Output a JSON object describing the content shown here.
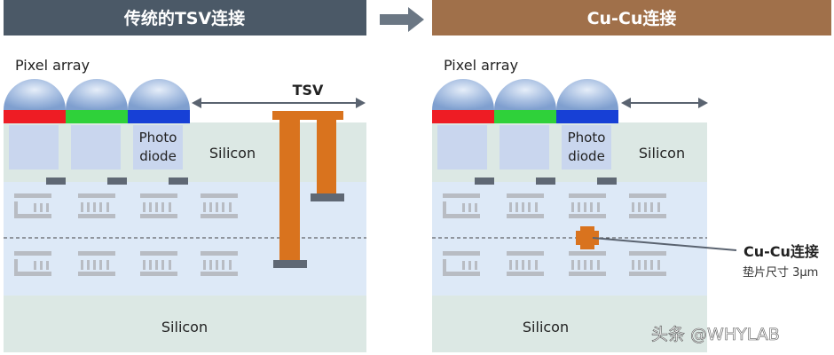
{
  "left_panel": {
    "title": "传统的TSV连接",
    "pixel_array_label": "Pixel array",
    "photodiode_line1": "Photo",
    "photodiode_line2": "diode",
    "silicon_top_label": "Silicon",
    "silicon_bottom_label": "Silicon",
    "tsv_label": "TSV"
  },
  "right_panel": {
    "title": "Cu-Cu连接",
    "pixel_array_label": "Pixel array",
    "photodiode_line1": "Photo",
    "photodiode_line2": "diode",
    "silicon_top_label": "Silicon",
    "silicon_bottom_label": "Silicon",
    "bond_label": "Cu-Cu连接",
    "bond_size_label": "垫片尺寸 3μm"
  },
  "watermark": "头条 @WHYLAB",
  "colors": {
    "left_header": "#4b5967",
    "right_header": "#a0704a",
    "silicon": "#dce8e4",
    "interconnect_layer": "#dde9f7",
    "tsv_copper": "#d9731e",
    "filter_red": "#ee1c24",
    "filter_green": "#2fd13a",
    "filter_blue": "#1740d6"
  },
  "icons": [
    "right-arrow-icon",
    "double-arrow-icon"
  ]
}
